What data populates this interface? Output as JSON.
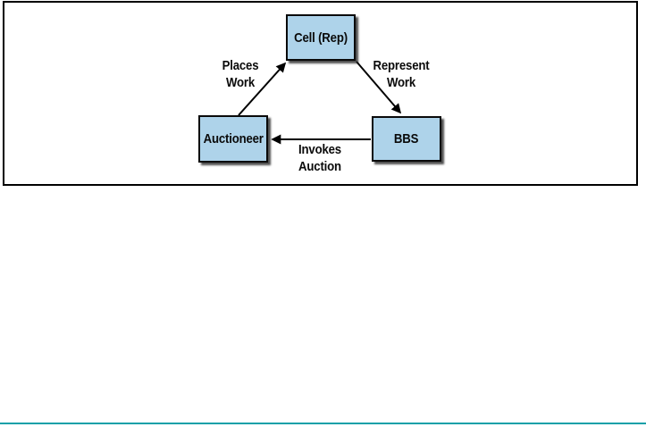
{
  "figure": {
    "type": "directed-graph-diagram",
    "frame_border_color": "#000000",
    "node_fill_color": "#aed3ea",
    "node_border_color": "#000000",
    "arrow_color": "#000000",
    "bottom_rule_color": "#14a0a8",
    "nodes": [
      {
        "id": "cell-rep",
        "label": "Cell (Rep)"
      },
      {
        "id": "auctioneer",
        "label": "Auctioneer"
      },
      {
        "id": "bbs",
        "label": "BBS"
      }
    ],
    "edges": [
      {
        "from": "auctioneer",
        "to": "cell-rep",
        "label": "Places\nWork"
      },
      {
        "from": "cell-rep",
        "to": "bbs",
        "label": "Represent\nWork"
      },
      {
        "from": "bbs",
        "to": "auctioneer",
        "label": "Invokes\nAuction"
      }
    ]
  }
}
